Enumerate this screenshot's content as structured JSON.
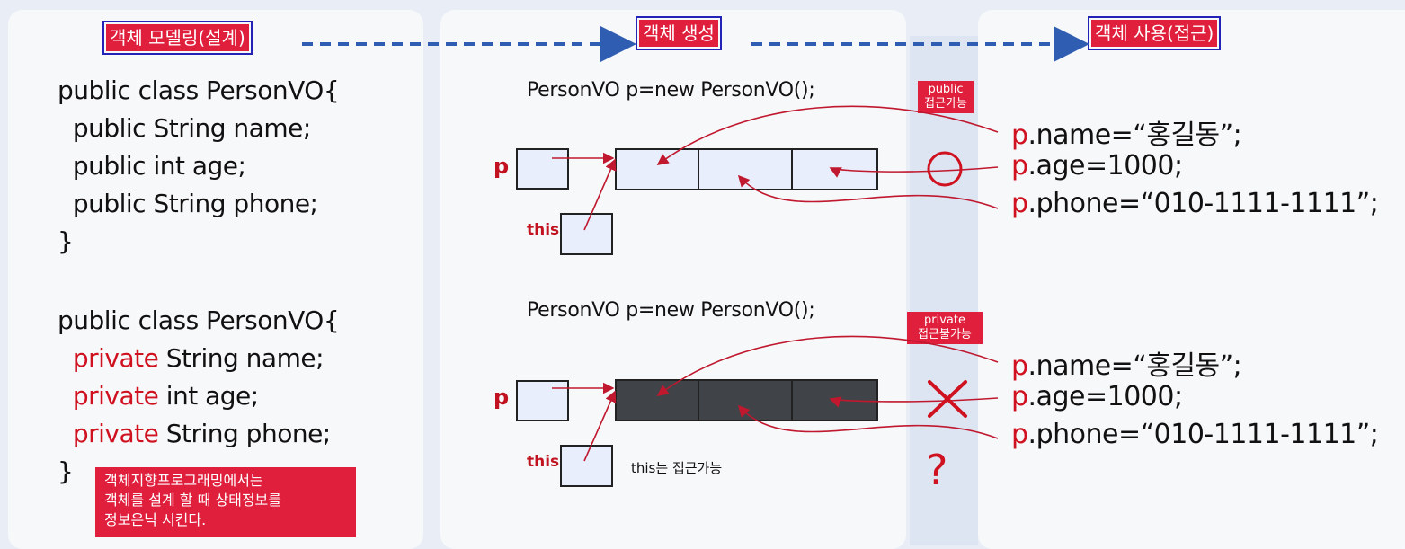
{
  "titles": {
    "modeling": "객체 모델링(설계)",
    "creation": "객체 생성",
    "usage": "객체 사용(접근)"
  },
  "code_public": {
    "line1": "public class PersonVO{",
    "l2_kw": "public",
    "l2_rest": " String name;",
    "l3_kw": "public",
    "l3_rest": " int age;",
    "l4_kw": "public",
    "l4_rest": " String phone;",
    "close": "}"
  },
  "code_private": {
    "line1": "public class PersonVO{",
    "l2_kw": "private",
    "l2_rest": " String name;",
    "l3_kw": "private",
    "l3_rest": " int age;",
    "l4_kw": "private",
    "l4_rest": " String phone;",
    "close": "}"
  },
  "creation": {
    "stmt_top": "PersonVO p=new PersonVO();",
    "stmt_bottom": "PersonVO p=new PersonVO();",
    "p_label": "p",
    "this_label": "this",
    "this_note": "this는 접근가능"
  },
  "badges": {
    "public_l1": "public",
    "public_l2": "접근가능",
    "private_l1": "private",
    "private_l2": "접근불가능"
  },
  "symbols": {
    "question": "?"
  },
  "access_top": {
    "name_var": "p",
    "name_rest": ".name=“홍길동”;",
    "age_var": "p",
    "age_rest": ".age=1000;",
    "phone_var": "p",
    "phone_rest": ".phone=“010-1111-1111”;"
  },
  "access_bottom": {
    "name_var": "p",
    "name_rest": ".name=“홍길동”;",
    "age_var": "p",
    "age_rest": ".age=1000;",
    "phone_var": "p",
    "phone_rest": ".phone=“010-1111-1111”;"
  },
  "note": {
    "line1": "객체지향프로그래밍에서는",
    "line2": "객체를 설계 할 때 상태정보를",
    "line3": "정보은닉 시킨다."
  },
  "colors": {
    "accent_red": "#e01f3d",
    "arrow_blue": "#2f5db2",
    "arrow_red": "#c0182e",
    "outline_blue": "#2323b8"
  }
}
